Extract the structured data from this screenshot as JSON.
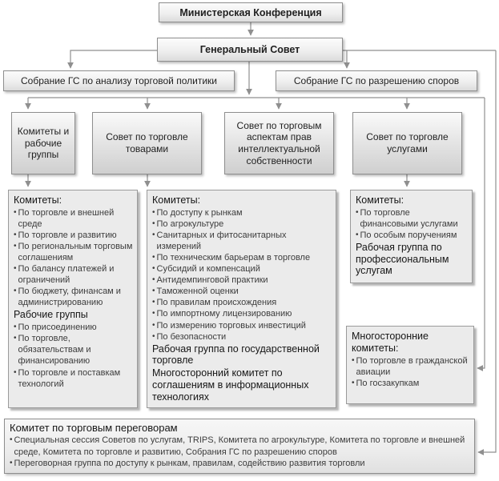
{
  "title_nodes": {
    "ministerial": "Министерская Конференция",
    "general_council": "Генеральный Совет",
    "meeting_analysis": "Собрание ГС по анализу торговой политики",
    "meeting_disputes": "Собрание ГС по разрешению споров"
  },
  "councils": [
    {
      "label": "Комитеты и рабочие группы"
    },
    {
      "label": "Совет по торговле товарами"
    },
    {
      "label": "Совет по торговым аспектам прав интеллектуальной собственности"
    },
    {
      "label": "Совет по торговле услугами"
    }
  ],
  "lists": {
    "committees_working_groups": {
      "sections": [
        {
          "heading": "Комитеты:",
          "items": [
            "По торговле и внешней среде",
            "По торговле и развитию",
            "По региональным торговым соглашениям",
            "По балансу платежей и ограничений",
            "По бюджету, финансам и администрированию"
          ]
        },
        {
          "heading": "Рабочие группы",
          "items": [
            "По присоединению",
            "По торговле, обязательствам и финансированию",
            "По торговле и поставкам технологий"
          ]
        }
      ]
    },
    "goods": {
      "sections": [
        {
          "heading": "Комитеты:",
          "items": [
            "По доступу к рынкам",
            "По агрокультуре",
            "Санитарных и фитосанитарных измерений",
            "По техническим барьерам в торговле",
            "Субсидий и компенсаций",
            "Антидемпинговой практики",
            "Таможенной оценки",
            "По правилам происхождения",
            "По импортному лицензированию",
            "По измерению торговых инвестиций",
            "По безопасности"
          ]
        },
        {
          "heading": "Рабочая группа по государственной торговле",
          "items": []
        },
        {
          "heading": "Многосторонний комитет по соглашениям в информационных технологиях",
          "items": []
        }
      ]
    },
    "services": {
      "sections": [
        {
          "heading": "Комитеты:",
          "items": [
            "По торговле финансовыми услугами",
            "По особым поручениям"
          ]
        },
        {
          "heading": "Рабочая группа по профессиональным услугам",
          "items": []
        }
      ]
    },
    "plurilateral": {
      "sections": [
        {
          "heading": "Многосторонние комитеты:",
          "items": [
            "По торговле в гражданской авиации",
            "По госзакупкам"
          ]
        }
      ]
    },
    "negotiations": {
      "sections": [
        {
          "heading": "Комитет по торговым переговорам",
          "items": [
            "Специальная сессия Советов по услугам, TRIPS, Комитета по агрокультуре, Комитета по торговле и внешней среде, Комитета по торговле и развитию, Собрания ГС по разрешению споров",
            "Переговорная группа по доступу к рынкам, правилам, содействию развития торговли"
          ]
        }
      ]
    }
  },
  "colors": {
    "line": "#8f8f8f",
    "box_border": "#8e8e8e",
    "list_fill": "#ebebeb"
  }
}
